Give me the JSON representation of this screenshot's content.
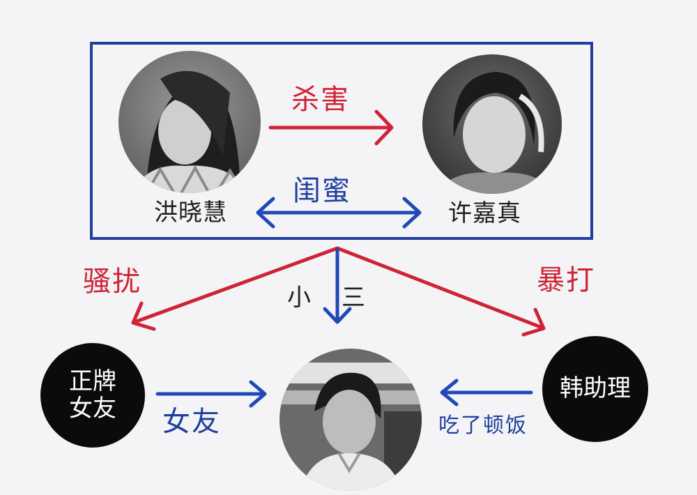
{
  "people": {
    "hong_xiaohui": "洪晓慧",
    "xu_jiazhen": "许嘉真",
    "girlfriend": "正牌\n女友",
    "assistant_han": "韩助理"
  },
  "relations": {
    "kill": "杀害",
    "best_friends": "闺蜜",
    "harass": "骚扰",
    "mistress": "小三",
    "beat": "暴打",
    "girlfriend_of": "女友",
    "ate_meal": "吃了顿饭"
  },
  "colors": {
    "frame_blue": "#1f3f9e",
    "arrow_red": "#cf2336",
    "arrow_blue": "#1f48b8",
    "node_black": "#0b0b0b"
  },
  "icons": {
    "photo_left": "woman-photo",
    "photo_right": "woman-photo",
    "photo_center": "man-photo"
  }
}
